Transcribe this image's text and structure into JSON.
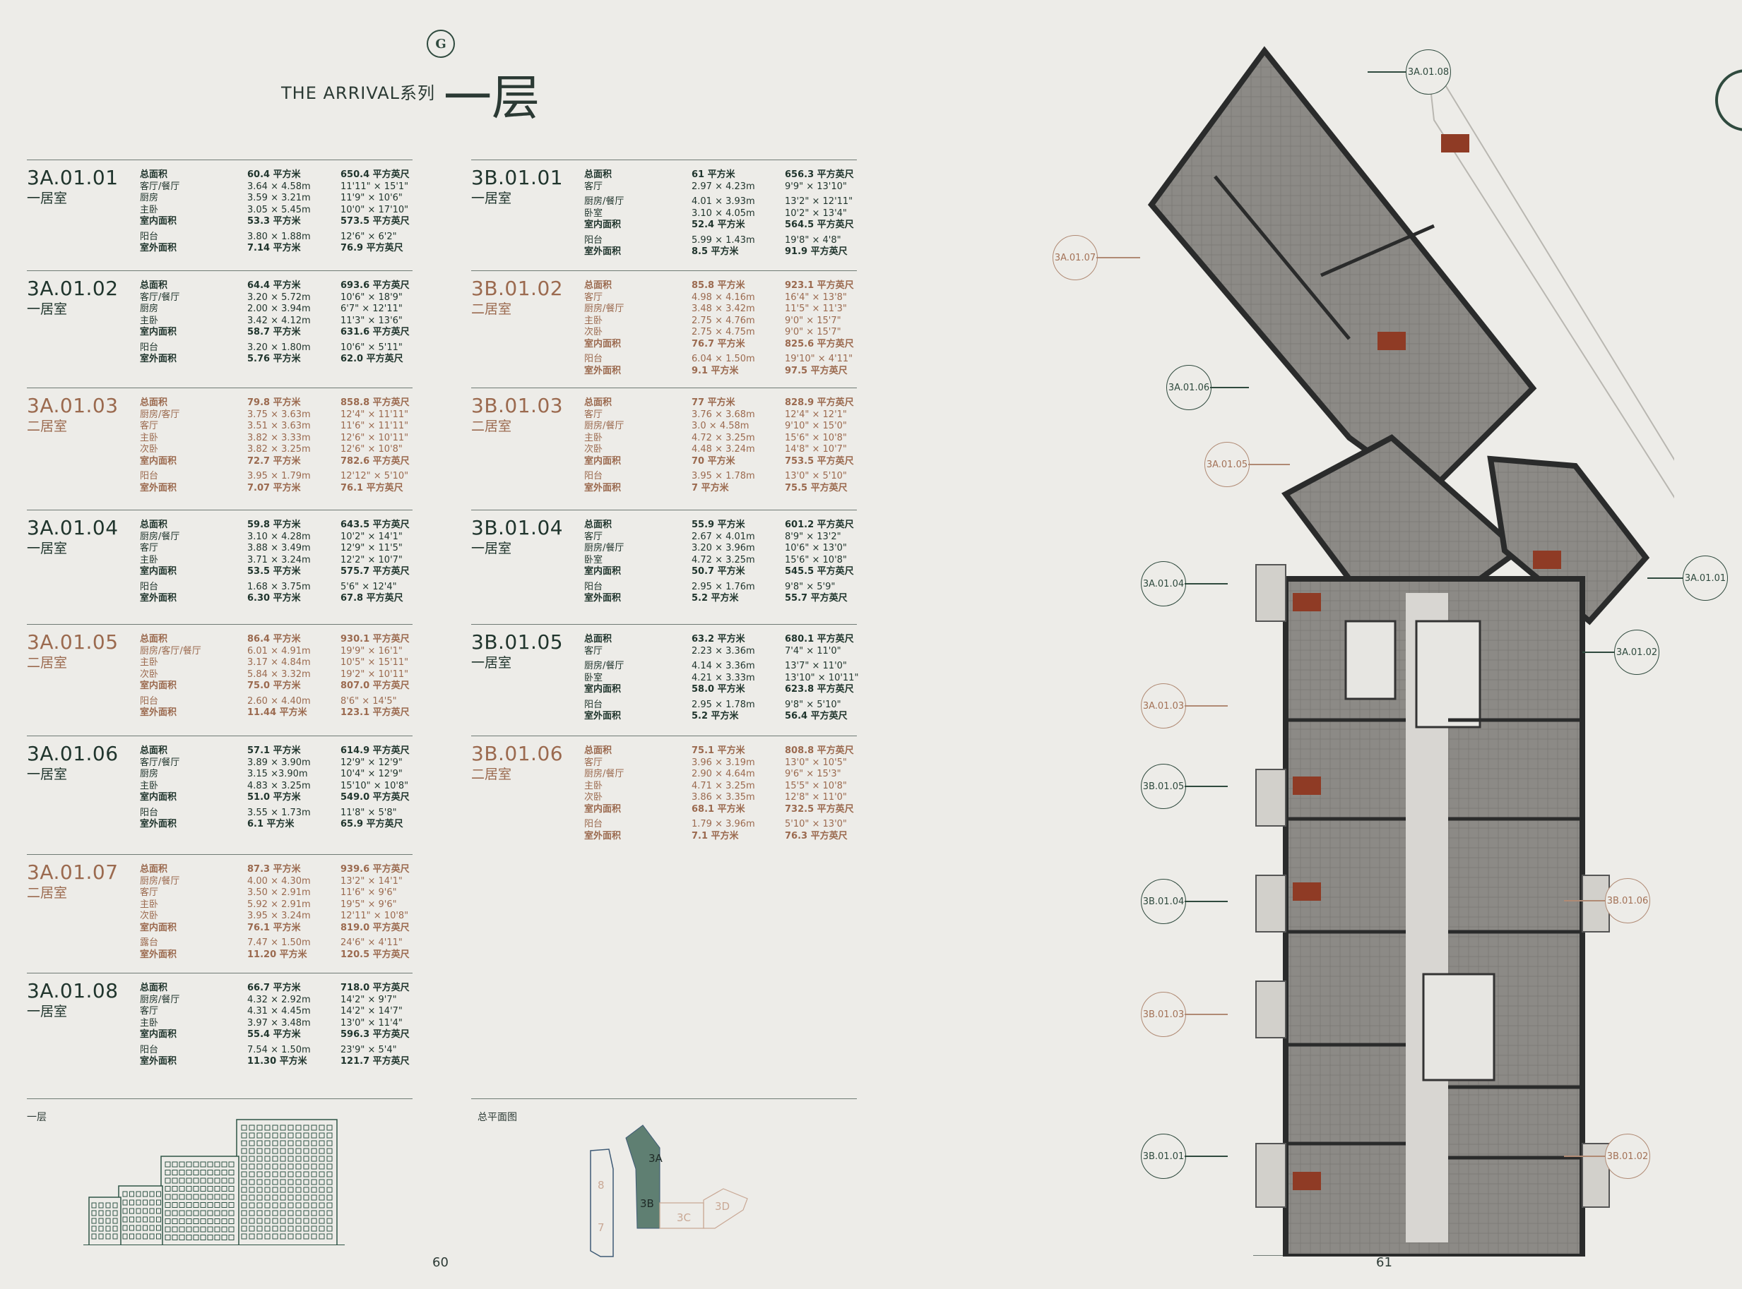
{
  "header": {
    "logo_text": "G",
    "series": "THE ARRIVAL系列",
    "floor": "一层"
  },
  "units_left": [
    {
      "code": "3A.01.01",
      "type": "一居室",
      "color": "green",
      "rows": [
        {
          "a": "总面积",
          "b": "60.4 平方米",
          "c": "650.4 平方英尺",
          "bold": true
        },
        {
          "a": "客厅/餐厅",
          "b": "3.64 × 4.58m",
          "c": "11'11\" × 15'1\""
        },
        {
          "a": "厨房",
          "b": "3.59 × 3.21m",
          "c": "11'9\" × 10'6\""
        },
        {
          "a": "主卧",
          "b": "3.05 × 5.45m",
          "c": "10'0\" × 17'10\""
        },
        {
          "a": "室内面积",
          "b": "53.3 平方米",
          "c": "573.5 平方英尺",
          "bold": true
        },
        {
          "a": "阳台",
          "b": "3.80 × 1.88m",
          "c": "12'6\" × 6'2\"",
          "gap": true
        },
        {
          "a": "室外面积",
          "b": "7.14 平方米",
          "c": "76.9 平方英尺",
          "bold": true
        }
      ]
    },
    {
      "code": "3A.01.02",
      "type": "一居室",
      "color": "green",
      "rows": [
        {
          "a": "总面积",
          "b": "64.4 平方米",
          "c": "693.6 平方英尺",
          "bold": true
        },
        {
          "a": "客厅/餐厅",
          "b": "3.20 × 5.72m",
          "c": "10'6\" × 18'9\""
        },
        {
          "a": "厨房",
          "b": "2.00 × 3.94m",
          "c": "6'7\" × 12'11\""
        },
        {
          "a": "主卧",
          "b": "3.42 × 4.12m",
          "c": "11'3\" × 13'6\""
        },
        {
          "a": "室内面积",
          "b": "58.7 平方米",
          "c": "631.6 平方英尺",
          "bold": true
        },
        {
          "a": "阳台",
          "b": "3.20 × 1.80m",
          "c": "10'6\" × 5'11\"",
          "gap": true
        },
        {
          "a": "室外面积",
          "b": "5.76 平方米",
          "c": "62.0 平方英尺",
          "bold": true
        }
      ]
    },
    {
      "code": "3A.01.03",
      "type": "二居室",
      "color": "brown",
      "rows": [
        {
          "a": "总面积",
          "b": "79.8 平方米",
          "c": "858.8 平方英尺",
          "bold": true
        },
        {
          "a": "厨房/客厅",
          "b": "3.75 × 3.63m",
          "c": "12'4\" × 11'11\""
        },
        {
          "a": "客厅",
          "b": "3.51 × 3.63m",
          "c": "11'6\" × 11'11\""
        },
        {
          "a": "主卧",
          "b": "3.82 × 3.33m",
          "c": "12'6\" × 10'11\""
        },
        {
          "a": "次卧",
          "b": "3.82 × 3.25m",
          "c": "12'6\" × 10'8\""
        },
        {
          "a": "室内面积",
          "b": "72.7 平方米",
          "c": "782.6 平方英尺",
          "bold": true
        },
        {
          "a": "阳台",
          "b": "3.95 × 1.79m",
          "c": "12'12\" × 5'10\"",
          "gap": true
        },
        {
          "a": "室外面积",
          "b": "7.07 平方米",
          "c": "76.1 平方英尺",
          "bold": true
        }
      ]
    },
    {
      "code": "3A.01.04",
      "type": "一居室",
      "color": "green",
      "rows": [
        {
          "a": "总面积",
          "b": "59.8 平方米",
          "c": "643.5 平方英尺",
          "bold": true
        },
        {
          "a": "厨房/餐厅",
          "b": "3.10 × 4.28m",
          "c": "10'2\" × 14'1\""
        },
        {
          "a": "客厅",
          "b": "3.88 × 3.49m",
          "c": "12'9\" × 11'5\""
        },
        {
          "a": "主卧",
          "b": "3.71 × 3.24m",
          "c": "12'2\" × 10'7\""
        },
        {
          "a": "室内面积",
          "b": "53.5 平方米",
          "c": "575.7 平方英尺",
          "bold": true
        },
        {
          "a": "阳台",
          "b": "1.68 × 3.75m",
          "c": "5'6\" × 12'4\"",
          "gap": true
        },
        {
          "a": "室外面积",
          "b": "6.30 平方米",
          "c": "67.8 平方英尺",
          "bold": true
        }
      ]
    },
    {
      "code": "3A.01.05",
      "type": "二居室",
      "color": "brown",
      "rows": [
        {
          "a": "总面积",
          "b": "86.4 平方米",
          "c": "930.1 平方英尺",
          "bold": true
        },
        {
          "a": "厨房/客厅/餐厅",
          "b": "6.01 × 4.91m",
          "c": "19'9\" × 16'1\""
        },
        {
          "a": "主卧",
          "b": "3.17 × 4.84m",
          "c": "10'5\" × 15'11\""
        },
        {
          "a": "次卧",
          "b": "5.84 × 3.32m",
          "c": "19'2\" × 10'11\""
        },
        {
          "a": "室内面积",
          "b": "75.0 平方米",
          "c": "807.0 平方英尺",
          "bold": true
        },
        {
          "a": "阳台",
          "b": "2.60 × 4.40m",
          "c": "8'6\" × 14'5\"",
          "gap": true
        },
        {
          "a": "室外面积",
          "b": "11.44 平方米",
          "c": "123.1 平方英尺",
          "bold": true
        }
      ]
    },
    {
      "code": "3A.01.06",
      "type": "一居室",
      "color": "green",
      "rows": [
        {
          "a": "总面积",
          "b": "57.1 平方米",
          "c": "614.9 平方英尺",
          "bold": true
        },
        {
          "a": "客厅/餐厅",
          "b": "3.89 × 3.90m",
          "c": "12'9\" × 12'9\""
        },
        {
          "a": "厨房",
          "b": "3.15 ×3.90m",
          "c": "10'4\" × 12'9\""
        },
        {
          "a": "主卧",
          "b": "4.83 × 3.25m",
          "c": "15'10\" × 10'8\""
        },
        {
          "a": "室内面积",
          "b": "51.0 平方米",
          "c": "549.0 平方英尺",
          "bold": true
        },
        {
          "a": "阳台",
          "b": "3.55 × 1.73m",
          "c": "11'8\" × 5'8\"",
          "gap": true
        },
        {
          "a": "室外面积",
          "b": "6.1 平方米",
          "c": "65.9 平方英尺",
          "bold": true
        }
      ]
    },
    {
      "code": "3A.01.07",
      "type": "二居室",
      "color": "brown",
      "rows": [
        {
          "a": "总面积",
          "b": "87.3 平方米",
          "c": "939.6 平方英尺",
          "bold": true
        },
        {
          "a": "厨房/餐厅",
          "b": "4.00 × 4.30m",
          "c": "13'2\" × 14'1\""
        },
        {
          "a": "客厅",
          "b": "3.50 × 2.91m",
          "c": "11'6\" × 9'6\""
        },
        {
          "a": "主卧",
          "b": "5.92 × 2.91m",
          "c": "19'5\" × 9'6\""
        },
        {
          "a": "次卧",
          "b": "3.95 × 3.24m",
          "c": "12'11\" × 10'8\""
        },
        {
          "a": "室内面积",
          "b": "76.1 平方米",
          "c": "819.0 平方英尺",
          "bold": true
        },
        {
          "a": "露台",
          "b": "7.47 × 1.50m",
          "c": "24'6\" × 4'11\"",
          "gap": true
        },
        {
          "a": "室外面积",
          "b": "11.20 平方米",
          "c": "120.5 平方英尺",
          "bold": true
        }
      ]
    },
    {
      "code": "3A.01.08",
      "type": "一居室",
      "color": "green",
      "rows": [
        {
          "a": "总面积",
          "b": "66.7 平方米",
          "c": "718.0 平方英尺",
          "bold": true
        },
        {
          "a": "厨房/餐厅",
          "b": "4.32 × 2.92m",
          "c": "14'2\" × 9'7\""
        },
        {
          "a": "客厅",
          "b": "4.31 × 4.45m",
          "c": "14'2\" × 14'7\""
        },
        {
          "a": "主卧",
          "b": "3.97 × 3.48m",
          "c": "13'0\" × 11'4\""
        },
        {
          "a": "室内面积",
          "b": "55.4 平方米",
          "c": "596.3 平方英尺",
          "bold": true
        },
        {
          "a": "阳台",
          "b": "7.54 × 1.50m",
          "c": "23'9\" × 5'4\"",
          "gap": true
        },
        {
          "a": "室外面积",
          "b": "11.30 平方米",
          "c": "121.7 平方英尺",
          "bold": true
        }
      ]
    }
  ],
  "units_right": [
    {
      "code": "3B.01.01",
      "type": "一居室",
      "color": "green",
      "rows": [
        {
          "a": "总面积",
          "b": "61 平方米",
          "c": "656.3 平方英尺",
          "bold": true
        },
        {
          "a": "客厅",
          "b": "2.97 × 4.23m",
          "c": "9'9\" × 13'10\""
        },
        {
          "a": "厨房/餐厅",
          "b": "4.01 × 3.93m",
          "c": "13'2\" × 12'11\"",
          "gap": true
        },
        {
          "a": "卧室",
          "b": "3.10 × 4.05m",
          "c": "10'2\" × 13'4\""
        },
        {
          "a": "室内面积",
          "b": "52.4 平方米",
          "c": "564.5 平方英尺",
          "bold": true
        },
        {
          "a": "阳台",
          "b": "5.99 × 1.43m",
          "c": "19'8\" × 4'8\"",
          "gap": true
        },
        {
          "a": "室外面积",
          "b": "8.5 平方米",
          "c": "91.9 平方英尺",
          "bold": true
        }
      ]
    },
    {
      "code": "3B.01.02",
      "type": "二居室",
      "color": "brown",
      "rows": [
        {
          "a": "总面积",
          "b": "85.8 平方米",
          "c": "923.1 平方英尺",
          "bold": true
        },
        {
          "a": "客厅",
          "b": "4.98 × 4.16m",
          "c": "16'4\" × 13'8\""
        },
        {
          "a": "厨房/餐厅",
          "b": "3.48 × 3.42m",
          "c": "11'5\" × 11'3\""
        },
        {
          "a": "主卧",
          "b": "2.75 × 4.76m",
          "c": "9'0\" × 15'7\""
        },
        {
          "a": "次卧",
          "b": "2.75 × 4.75m",
          "c": "9'0\" × 15'7\""
        },
        {
          "a": "室内面积",
          "b": "76.7 平方米",
          "c": "825.6 平方英尺",
          "bold": true
        },
        {
          "a": "阳台",
          "b": "6.04 × 1.50m",
          "c": "19'10\" × 4'11\"",
          "gap": true
        },
        {
          "a": "室外面积",
          "b": "9.1 平方米",
          "c": "97.5 平方英尺",
          "bold": true
        }
      ]
    },
    {
      "code": "3B.01.03",
      "type": "二居室",
      "color": "brown",
      "rows": [
        {
          "a": "总面积",
          "b": "77 平方米",
          "c": "828.9 平方英尺",
          "bold": true
        },
        {
          "a": "客厅",
          "b": "3.76 × 3.68m",
          "c": "12'4\" × 12'1\""
        },
        {
          "a": "厨房/餐厅",
          "b": "3.0 × 4.58m",
          "c": "9'10\" × 15'0\""
        },
        {
          "a": "主卧",
          "b": "4.72 × 3.25m",
          "c": "15'6\" × 10'8\""
        },
        {
          "a": "次卧",
          "b": "4.48 × 3.24m",
          "c": "14'8\" × 10'7\""
        },
        {
          "a": "室内面积",
          "b": "70 平方米",
          "c": "753.5 平方英尺",
          "bold": true
        },
        {
          "a": "阳台",
          "b": "3.95 × 1.78m",
          "c": "13'0\" × 5'10\"",
          "gap": true
        },
        {
          "a": "室外面积",
          "b": "7 平方米",
          "c": "75.5 平方英尺",
          "bold": true
        }
      ]
    },
    {
      "code": "3B.01.04",
      "type": "一居室",
      "color": "green",
      "rows": [
        {
          "a": "总面积",
          "b": "55.9 平方米",
          "c": "601.2 平方英尺",
          "bold": true
        },
        {
          "a": "客厅",
          "b": "2.67 × 4.01m",
          "c": "8'9\" × 13'2\""
        },
        {
          "a": "厨房/餐厅",
          "b": "3.20 × 3.96m",
          "c": "10'6\" × 13'0\""
        },
        {
          "a": "卧室",
          "b": "4.72 × 3.25m",
          "c": "15'6\" × 10'8\""
        },
        {
          "a": "室内面积",
          "b": "50.7 平方米",
          "c": "545.5 平方英尺",
          "bold": true
        },
        {
          "a": "阳台",
          "b": "2.95 × 1.76m",
          "c": "9'8\" × 5'9\"",
          "gap": true
        },
        {
          "a": "室外面积",
          "b": "5.2 平方米",
          "c": "55.7 平方英尺",
          "bold": true
        }
      ]
    },
    {
      "code": "3B.01.05",
      "type": "一居室",
      "color": "green",
      "rows": [
        {
          "a": "总面积",
          "b": "63.2 平方米",
          "c": "680.1 平方英尺",
          "bold": true
        },
        {
          "a": "客厅",
          "b": "2.23 × 3.36m",
          "c": "7'4\" × 11'0\""
        },
        {
          "a": "厨房/餐厅",
          "b": "4.14 × 3.36m",
          "c": "13'7\" × 11'0\"",
          "gap": true
        },
        {
          "a": "卧室",
          "b": "4.21 × 3.33m",
          "c": "13'10\" × 10'11\""
        },
        {
          "a": "室内面积",
          "b": "58.0 平方米",
          "c": "623.8 平方英尺",
          "bold": true
        },
        {
          "a": "阳台",
          "b": "2.95 × 1.78m",
          "c": "9'8\" × 5'10\"",
          "gap": true
        },
        {
          "a": "室外面积",
          "b": "5.2 平方米",
          "c": "56.4 平方英尺",
          "bold": true
        }
      ]
    },
    {
      "code": "3B.01.06",
      "type": "二居室",
      "color": "brown",
      "rows": [
        {
          "a": "总面积",
          "b": "75.1 平方米",
          "c": "808.8 平方英尺",
          "bold": true
        },
        {
          "a": "客厅",
          "b": "3.96 × 3.19m",
          "c": "13'0\" × 10'5\""
        },
        {
          "a": "厨房/餐厅",
          "b": "2.90 × 4.64m",
          "c": "9'6\" × 15'3\""
        },
        {
          "a": "主卧",
          "b": "4.71 × 3.25m",
          "c": "15'5\" × 10'8\""
        },
        {
          "a": "次卧",
          "b": "3.86 × 3.35m",
          "c": "12'8\" × 11'0\""
        },
        {
          "a": "室内面积",
          "b": "68.1 平方米",
          "c": "732.5 平方英尺",
          "bold": true
        },
        {
          "a": "阳台",
          "b": "1.79 × 3.96m",
          "c": "5'10\" × 13'0\"",
          "gap": true
        },
        {
          "a": "室外面积",
          "b": "7.1 平方米",
          "c": "76.3 平方英尺",
          "bold": true
        }
      ]
    }
  ],
  "footer": {
    "floor_label": "一层",
    "siteplan_label": "总平面图",
    "page_left": "60",
    "page_right": "61",
    "siteplan_tags": [
      "3A",
      "3B",
      "3C",
      "3D",
      "8",
      "7"
    ]
  },
  "plan_tags": [
    {
      "label": "3A.01.08",
      "color": "green"
    },
    {
      "label": "3A.01.07",
      "color": "brown"
    },
    {
      "label": "3A.01.06",
      "color": "green"
    },
    {
      "label": "3A.01.05",
      "color": "brown"
    },
    {
      "label": "3A.01.04",
      "color": "green"
    },
    {
      "label": "3A.01.01",
      "color": "green"
    },
    {
      "label": "3A.01.02",
      "color": "green"
    },
    {
      "label": "3A.01.03",
      "color": "brown"
    },
    {
      "label": "3B.01.05",
      "color": "green"
    },
    {
      "label": "3B.01.04",
      "color": "green"
    },
    {
      "label": "3B.01.06",
      "color": "brown"
    },
    {
      "label": "3B.01.03",
      "color": "brown"
    },
    {
      "label": "3B.01.01",
      "color": "green"
    },
    {
      "label": "3B.01.02",
      "color": "brown"
    }
  ],
  "colors": {
    "green": "#20352d",
    "brown": "#9b6a4f",
    "background": "#edece8"
  }
}
